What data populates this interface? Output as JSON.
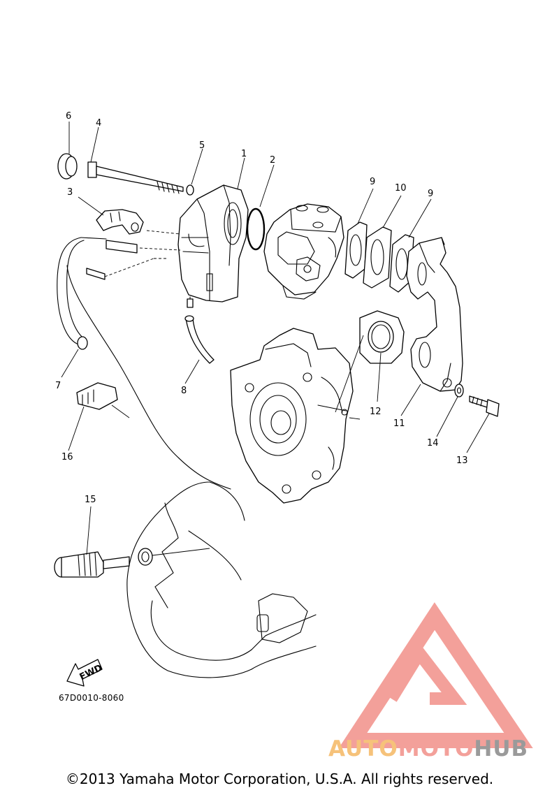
{
  "callouts": [
    {
      "id": "1",
      "label": "1"
    },
    {
      "id": "2",
      "label": "2"
    },
    {
      "id": "3",
      "label": "3"
    },
    {
      "id": "4",
      "label": "4"
    },
    {
      "id": "5",
      "label": "5"
    },
    {
      "id": "6",
      "label": "6"
    },
    {
      "id": "7",
      "label": "7"
    },
    {
      "id": "8",
      "label": "8"
    },
    {
      "id": "9a",
      "label": "9"
    },
    {
      "id": "9b",
      "label": "9"
    },
    {
      "id": "10",
      "label": "10"
    },
    {
      "id": "11",
      "label": "11"
    },
    {
      "id": "12",
      "label": "12"
    },
    {
      "id": "13",
      "label": "13"
    },
    {
      "id": "14",
      "label": "14"
    },
    {
      "id": "15",
      "label": "15"
    },
    {
      "id": "16",
      "label": "16"
    }
  ],
  "fwd_label": "FWD",
  "diagram_code": "67D0010-8060",
  "watermark": {
    "part1": "AUTO",
    "part2": "MOTO",
    "part3": "HUB"
  },
  "copyright": "©2013 Yamaha Motor Corporation, U.S.A. All rights reserved.",
  "colors": {
    "watermark_red": "#f3a09a",
    "watermark_orange": "#f6c27a",
    "watermark_gray": "#9a9a9a"
  }
}
